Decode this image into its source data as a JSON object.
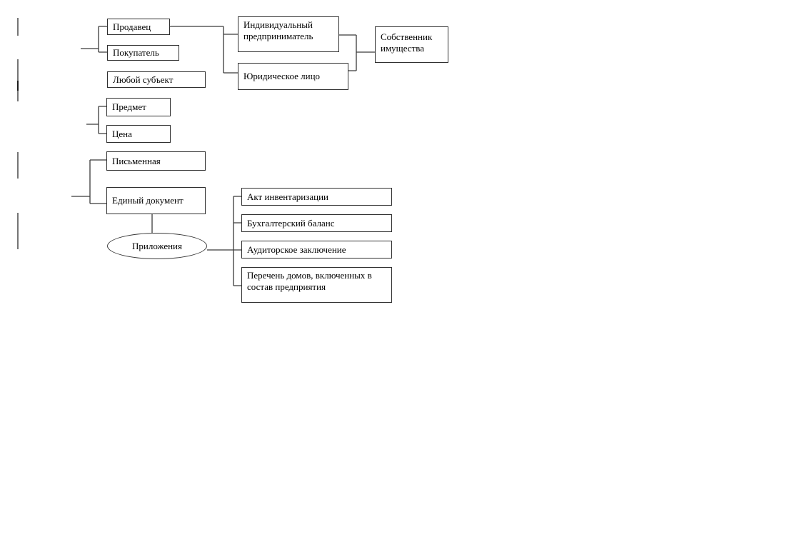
{
  "diagram": {
    "nodes": [
      {
        "id": "seller",
        "label": "Продавец",
        "shape": "rect"
      },
      {
        "id": "buyer",
        "label": "Покупатель",
        "shape": "rect"
      },
      {
        "id": "any-subject",
        "label": "Любой субъект",
        "shape": "rect"
      },
      {
        "id": "subject-matter",
        "label": "Предмет",
        "shape": "rect"
      },
      {
        "id": "price",
        "label": "Цена",
        "shape": "rect"
      },
      {
        "id": "written-form",
        "label": "Письменная",
        "shape": "rect"
      },
      {
        "id": "single-document",
        "label": "Единый документ",
        "shape": "rect"
      },
      {
        "id": "individual-entrepreneur",
        "label": "Индивидуальный предприниматель",
        "shape": "rect"
      },
      {
        "id": "legal-entity",
        "label": "Юридическое лицо",
        "shape": "rect"
      },
      {
        "id": "property-owner",
        "label": "Собственник имущества",
        "shape": "rect"
      },
      {
        "id": "appendices",
        "label": "Приложения",
        "shape": "ellipse"
      },
      {
        "id": "inventory-act",
        "label": "Акт инвентаризации",
        "shape": "rect"
      },
      {
        "id": "balance-sheet",
        "label": "Бухгалтерский баланс",
        "shape": "rect"
      },
      {
        "id": "audit-report",
        "label": "Аудиторское заключение",
        "shape": "rect"
      },
      {
        "id": "house-list",
        "label": "Перечень домов, включенных в состав предприятия",
        "shape": "rect"
      }
    ],
    "edges": [
      {
        "from": "bracket-left-1",
        "to": [
          "seller",
          "buyer"
        ]
      },
      {
        "from": "seller",
        "to": [
          "individual-entrepreneur",
          "legal-entity"
        ]
      },
      {
        "from": [
          "individual-entrepreneur",
          "legal-entity"
        ],
        "to": [
          "property-owner"
        ]
      },
      {
        "from": "bracket-left-2",
        "to": [
          "subject-matter",
          "price"
        ]
      },
      {
        "from": "bracket-left-3",
        "to": [
          "written-form",
          "single-document"
        ]
      },
      {
        "from": "single-document",
        "to": [
          "appendices"
        ]
      },
      {
        "from": "appendices",
        "to": [
          "inventory-act",
          "balance-sheet",
          "audit-report",
          "house-list"
        ]
      }
    ],
    "revision_bars": {
      "count": 4
    },
    "colors": {
      "background": "#ffffff",
      "line": "#3a3a3a",
      "box_border": "#303030",
      "text": "#000000",
      "revision_bar": "#757575",
      "revision_bar_dark": "#1c1c1c"
    }
  }
}
